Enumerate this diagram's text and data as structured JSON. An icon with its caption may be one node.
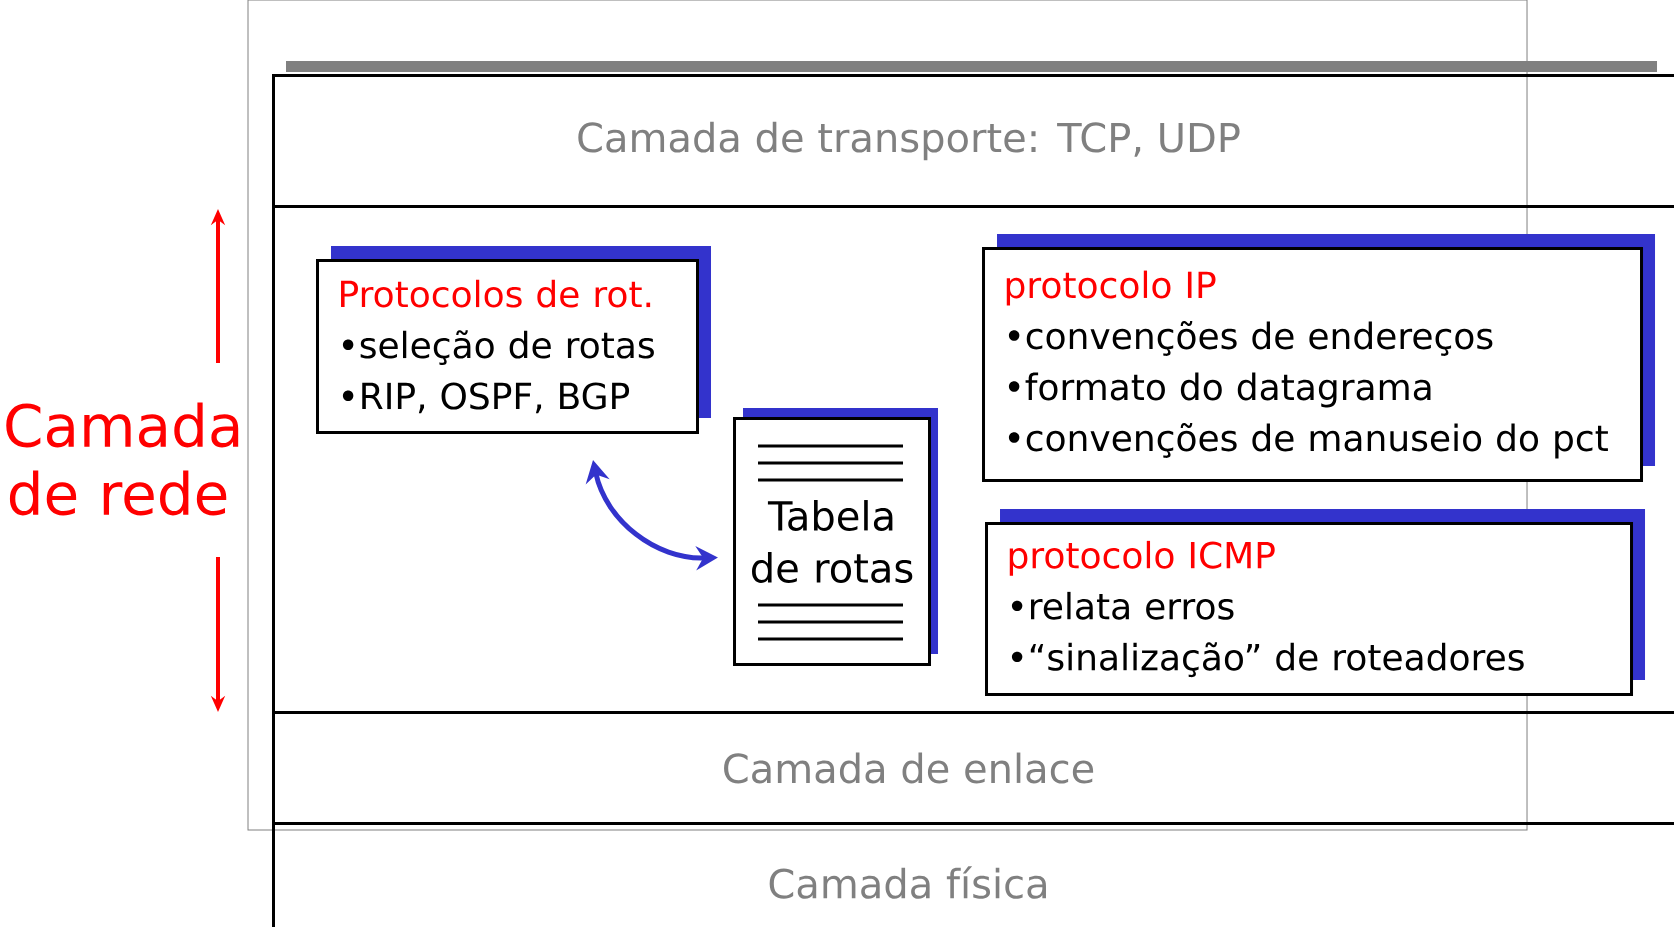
{
  "diagram": {
    "nodes": [
      {
        "text": [
          "Camada de transporte: TCP, UDP"
        ]
      },
      {
        "text": [
          "Camada de rede"
        ]
      },
      {
        "text": [
          "Protocolos de rot.",
          "•seleção de rotas",
          "•RIP, OSPF, BGP"
        ],
        "in": 1
      },
      {
        "text": [
          "Tabela de rotas"
        ],
        "in": 1
      },
      {
        "text": [
          "protocolo IP",
          "•convenções de endereços",
          "•formato do datagrama",
          "•convenções de manuseio do pct"
        ],
        "in": 1
      },
      {
        "text": [
          "protocolo ICMP",
          "•relata erros",
          "•“sinalização” de roteadores"
        ],
        "in": 1
      },
      {
        "text": [
          "Camada de enlace"
        ]
      },
      {
        "text": [
          "Camada física"
        ]
      }
    ],
    "edges": [
      {
        "from": 2,
        "to": 3,
        "arrow": "both"
      }
    ]
  }
}
